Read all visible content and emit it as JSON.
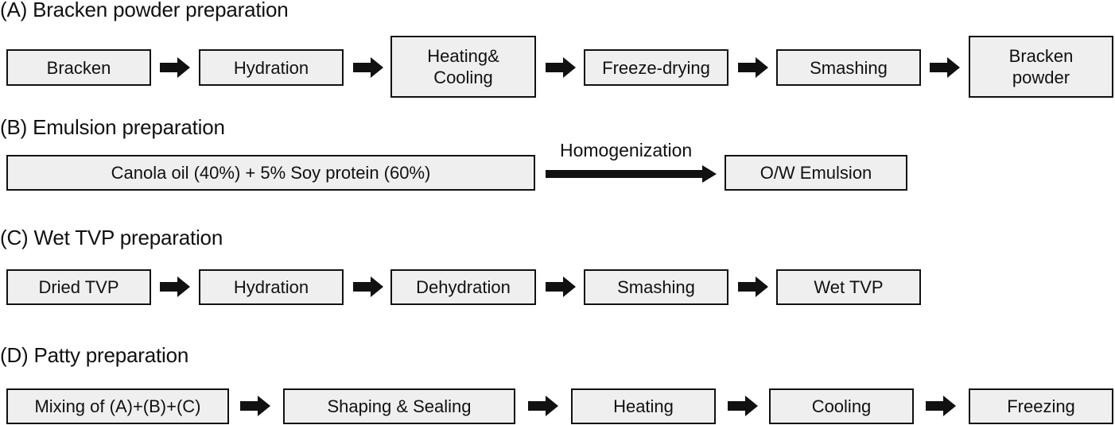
{
  "sections": {
    "a": {
      "title": "(A) Bracken powder preparation",
      "steps": [
        "Bracken",
        "Hydration",
        "Heating&\nCooling",
        "Freeze-drying",
        "Smashing",
        "Bracken\npowder"
      ]
    },
    "b": {
      "title": "(B) Emulsion preparation",
      "input": "Canola oil (40%) + 5% Soy protein (60%)",
      "process": "Homogenization",
      "output": "O/W Emulsion"
    },
    "c": {
      "title": "(C) Wet TVP preparation",
      "steps": [
        "Dried TVP",
        "Hydration",
        "Dehydration",
        "Smashing",
        "Wet TVP"
      ]
    },
    "d": {
      "title": "(D) Patty preparation",
      "steps": [
        "Mixing of (A)+(B)+(C)",
        "Shaping & Sealing",
        "Heating",
        "Cooling",
        "Freezing"
      ]
    }
  }
}
